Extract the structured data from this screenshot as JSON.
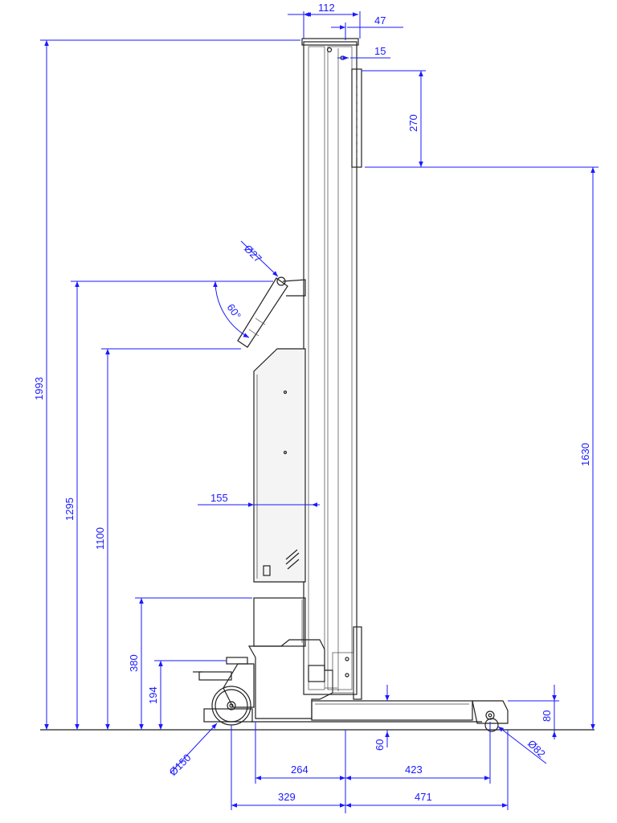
{
  "dimensions": {
    "top_width": "112",
    "top_offset": "47",
    "top_small": "15",
    "mast_plate_height": "270",
    "handle_diameter": "Ø27",
    "handle_angle": "60°",
    "total_height": "1993",
    "handle_height": "1295",
    "panel_height": "1100",
    "carriage_depth": "155",
    "plate_height_1630": "1630",
    "base_box_height": "380",
    "fork_height": "194",
    "base_thickness": "60",
    "front_height": "80",
    "rear_wheel_diameter": "Ø150",
    "front_wheel_diameter": "Ø82",
    "rear_inner": "264",
    "front_inner": "423",
    "rear_outer": "329",
    "front_outer": "471"
  },
  "colors": {
    "dimension_line": "#1a1aff",
    "object_line": "#222222"
  }
}
